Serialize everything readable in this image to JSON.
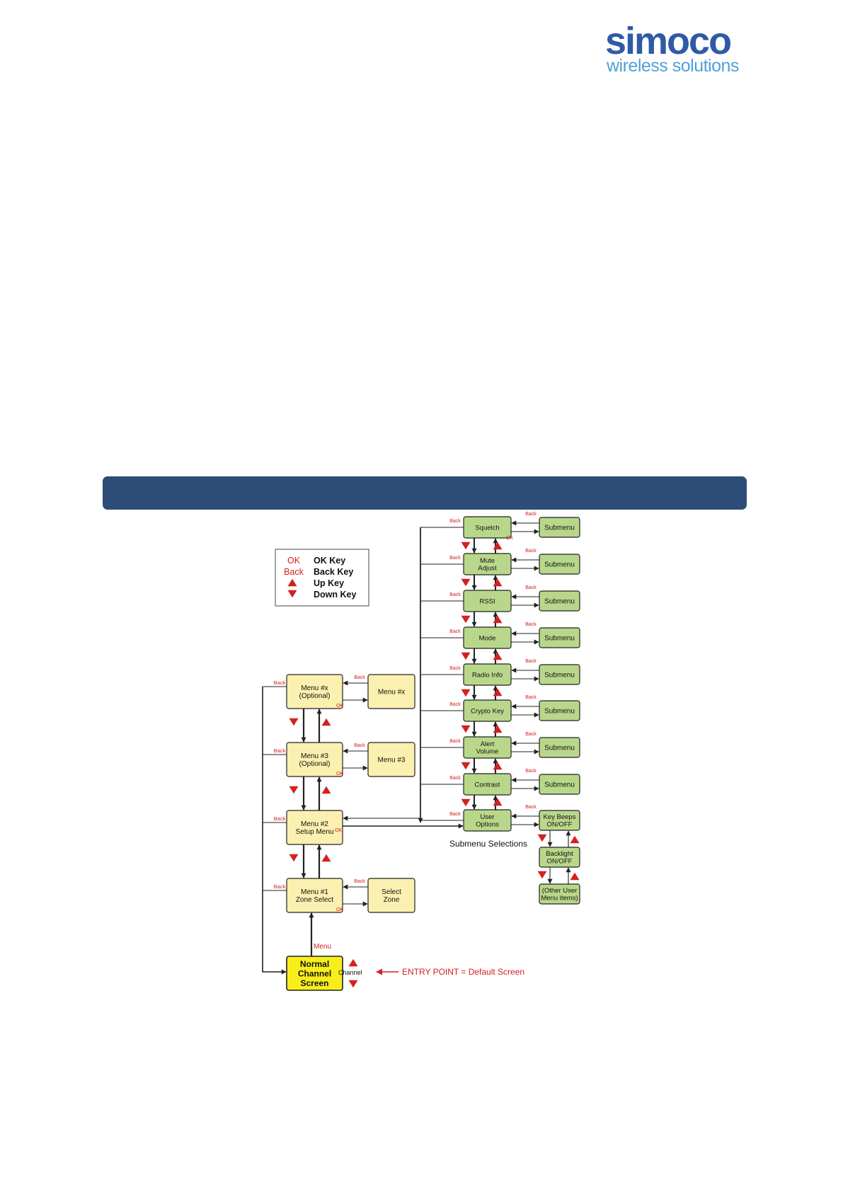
{
  "logo": {
    "brand": "simoco",
    "tagline": "wireless solutions"
  },
  "colors": {
    "brand_blue": "#2f5aa6",
    "brand_light_blue": "#4fa0d8",
    "banner": "#2e4c78",
    "red": "#d42020",
    "menu_fill": "#fbf0b0",
    "submenu_fill": "#b9d78a",
    "entry_fill": "#f7ee1c",
    "stroke": "#222222"
  },
  "legend": {
    "items": [
      {
        "symbol": "OK",
        "label": "OK Key"
      },
      {
        "symbol": "Back",
        "label": "Back Key"
      },
      {
        "symbol": "up-triangle-icon",
        "label": "Up Key"
      },
      {
        "symbol": "down-triangle-icon",
        "label": "Down Key"
      }
    ]
  },
  "diagram": {
    "menus": [
      {
        "id": "menu-x",
        "lines": [
          "Menu #x",
          "(Optional)"
        ]
      },
      {
        "id": "menu-3",
        "lines": [
          "Menu #3",
          "(Optional)"
        ]
      },
      {
        "id": "menu-2",
        "lines": [
          "Menu #2",
          "Setup Menu"
        ]
      },
      {
        "id": "menu-1",
        "lines": [
          "Menu #1",
          "Zone Select"
        ]
      }
    ],
    "targets": [
      {
        "id": "target-x",
        "lines": [
          "Menu #x"
        ]
      },
      {
        "id": "target-3",
        "lines": [
          "Menu #3"
        ]
      },
      {
        "id": "target-1",
        "lines": [
          "Select",
          "Zone"
        ]
      }
    ],
    "setup_items": [
      {
        "id": "squelch",
        "lines": [
          "Squelch"
        ]
      },
      {
        "id": "mute-adjust",
        "lines": [
          "Mute",
          "Adjust"
        ]
      },
      {
        "id": "rssi",
        "lines": [
          "RSSI"
        ]
      },
      {
        "id": "mode",
        "lines": [
          "Mode"
        ]
      },
      {
        "id": "radio-info",
        "lines": [
          "Radio Info"
        ]
      },
      {
        "id": "crypto-key",
        "lines": [
          "Crypto Key"
        ]
      },
      {
        "id": "alert-volume",
        "lines": [
          "Alert",
          "Volume"
        ]
      },
      {
        "id": "contrast",
        "lines": [
          "Contrast"
        ]
      },
      {
        "id": "user-options",
        "lines": [
          "User",
          "Options"
        ]
      }
    ],
    "submenu_label": "Submenu",
    "user_items": [
      {
        "id": "key-beeps",
        "lines": [
          "Key Beeps",
          "ON/OFF"
        ]
      },
      {
        "id": "backlight",
        "lines": [
          "Backlight",
          "ON/OFF"
        ]
      },
      {
        "id": "other-user",
        "lines": [
          "(Other User",
          "Menu items)"
        ]
      }
    ],
    "entry": {
      "lines": [
        "Normal",
        "Channel",
        "Screen"
      ]
    },
    "labels": {
      "back": "Back",
      "ok": "OK",
      "menu": "Menu",
      "channel": "Channel",
      "entry_point": "ENTRY POINT = Default Screen",
      "submenu_selections": "Submenu Selections"
    }
  }
}
